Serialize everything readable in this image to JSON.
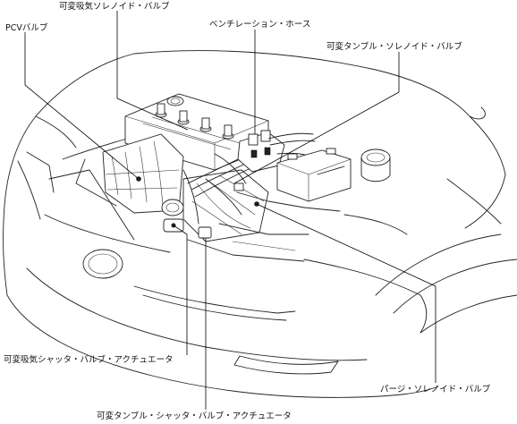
{
  "labels": {
    "variable_intake_solenoid": "可変吸気ソレノイド・バルブ",
    "pcv_valve": "PCVバルブ",
    "ventilation_hose": "ベンチレーション・ホース",
    "variable_tumble_solenoid": "可変タンブル・ソレノイド・バルブ",
    "variable_intake_shutter_actuator": "可変吸気シャッタ・バルブ・アクチュエータ",
    "purge_solenoid": "パージ・ソレノイド・バルブ",
    "variable_tumble_shutter_actuator": "可変タンブル・シャッタ・バルブ・アクチュエータ"
  }
}
